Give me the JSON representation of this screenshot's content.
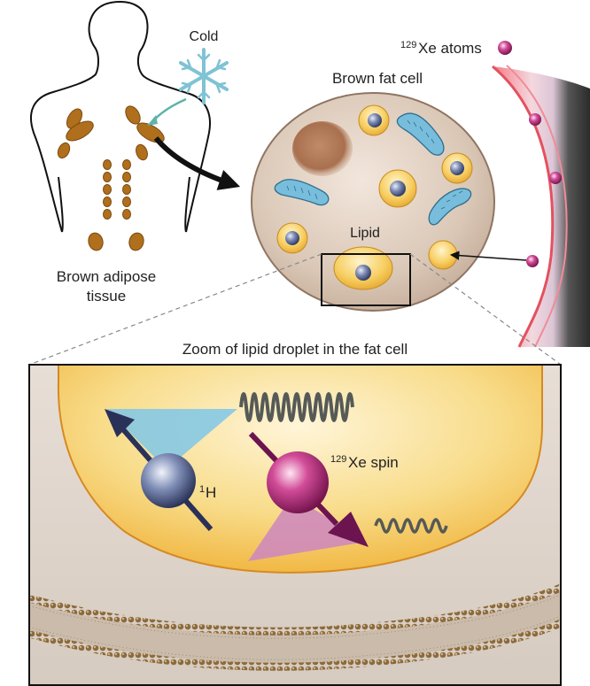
{
  "labels": {
    "cold": "Cold",
    "xe_atoms_sup": "129",
    "xe_atoms_rest": "Xe atoms",
    "brown_fat_cell": "Brown fat cell",
    "lipid": "Lipid",
    "brown_adipose_line1": "Brown adipose",
    "brown_adipose_line2": "tissue",
    "zoom_title": "Zoom of lipid droplet in the fat cell",
    "h_sup": "1",
    "h_rest": "H",
    "xe_spin_sup": "129",
    "xe_spin_rest": "Xe spin"
  },
  "colors": {
    "brown_fat": "#b06f1c",
    "cell_body": "#d8c4b2",
    "lipid_yellow": "#f2c04a",
    "proton": "#3c4a78",
    "xenon": "#a0246e",
    "spin_wave": "#555a56",
    "vessel_pink": "#ef6f7a",
    "mitochondria": "#6fb6d8"
  }
}
